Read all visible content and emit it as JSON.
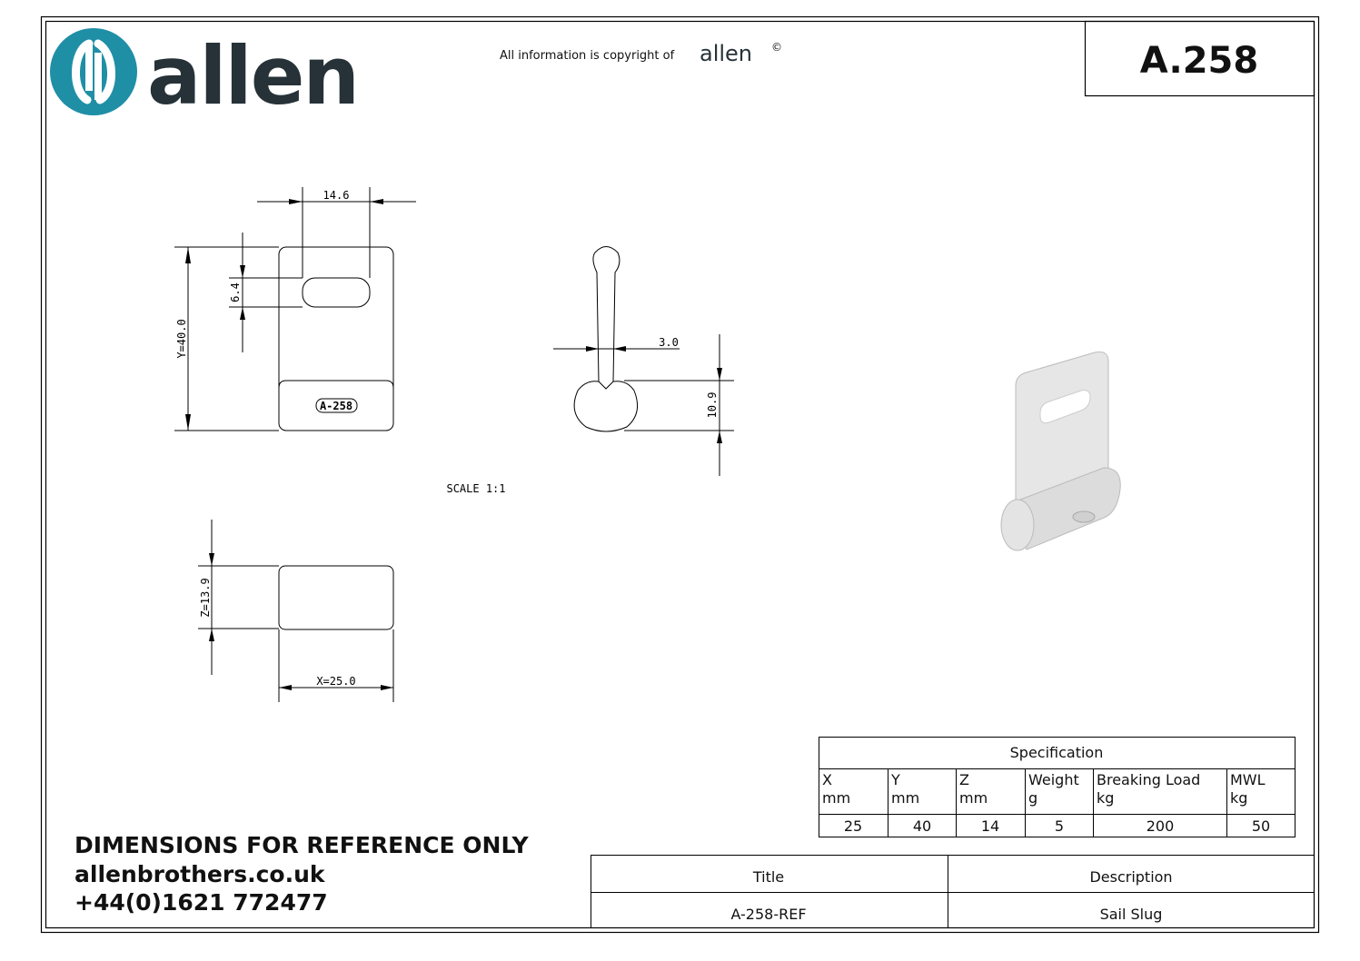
{
  "header": {
    "logo_text": "allen",
    "copyright_text": "All information is copyright of",
    "copyright_brand": "allen",
    "copyright_symbol": "©",
    "part_number": "A.258"
  },
  "drawing": {
    "dim_width_slot": "14.6",
    "dim_slot_height": "6.4",
    "dim_y": "Y=40.0",
    "part_marking": "A-258",
    "dim_thickness": "3.0",
    "dim_bead": "10.9",
    "scale": "SCALE  1:1",
    "dim_z": "Z=13.9",
    "dim_x": "X=25.0"
  },
  "specification": {
    "title": "Specification",
    "columns": [
      {
        "name": "X",
        "unit": "mm",
        "value": "25"
      },
      {
        "name": "Y",
        "unit": "mm",
        "value": "40"
      },
      {
        "name": "Z",
        "unit": "mm",
        "value": "14"
      },
      {
        "name": "Weight",
        "unit": "g",
        "value": "5"
      },
      {
        "name": "Breaking Load",
        "unit": "kg",
        "value": "200"
      },
      {
        "name": "MWL",
        "unit": "kg",
        "value": "50"
      }
    ]
  },
  "footer": {
    "notice": "DIMENSIONS FOR REFERENCE ONLY",
    "website": "allenbrothers.co.uk",
    "phone": "+44(0)1621 772477"
  },
  "title_block": {
    "title_label": "Title",
    "description_label": "Description",
    "title_value": "A-258-REF",
    "description_value": "Sail Slug"
  },
  "colors": {
    "brand_teal": "#1f8fa6",
    "brand_dark": "#263238"
  }
}
